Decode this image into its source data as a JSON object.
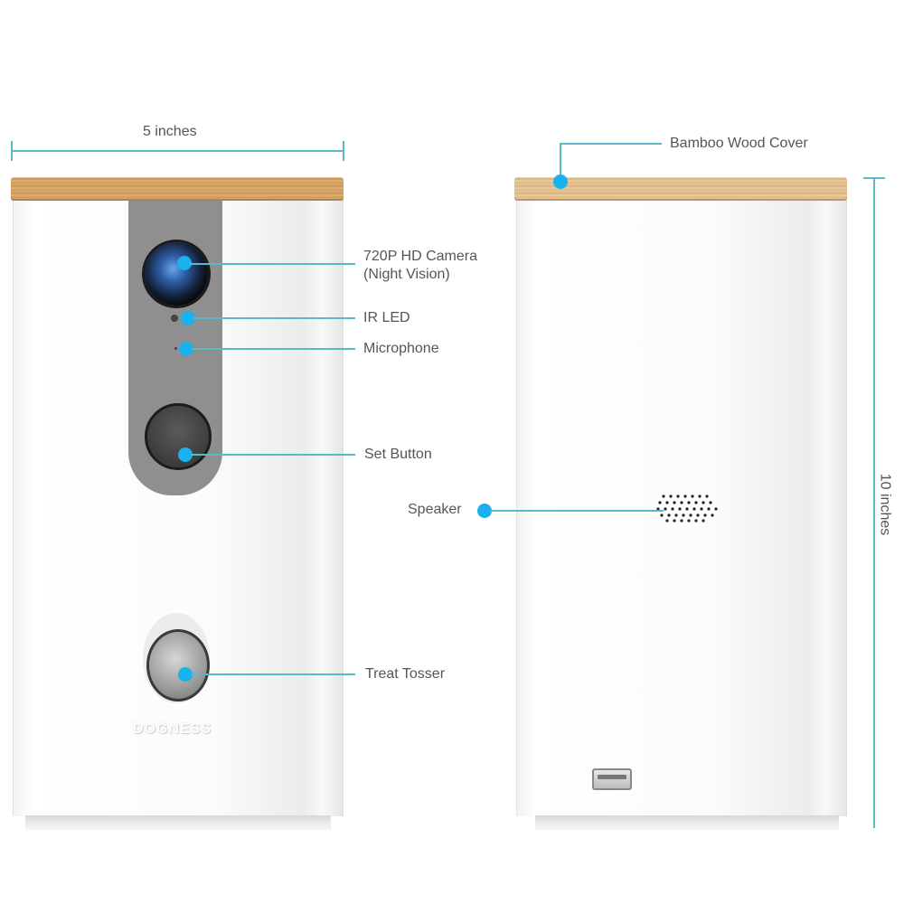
{
  "dimensions": {
    "width_label": "5 inches",
    "height_label": "10 inches"
  },
  "front_callouts": {
    "camera_line1": "720P HD Camera",
    "camera_line2": "(Night Vision)",
    "ir_led": "IR LED",
    "microphone": "Microphone",
    "set_button": "Set Button",
    "treat_tosser": "Treat Tosser"
  },
  "back_callouts": {
    "bamboo_cover": "Bamboo Wood Cover",
    "speaker": "Speaker"
  },
  "brand_logo": "DOGNESS",
  "colors": {
    "accent_dot": "#19b2ee",
    "leader_line": "#5bb8c6",
    "label_text": "#555555",
    "wood": "#d9a86a"
  }
}
